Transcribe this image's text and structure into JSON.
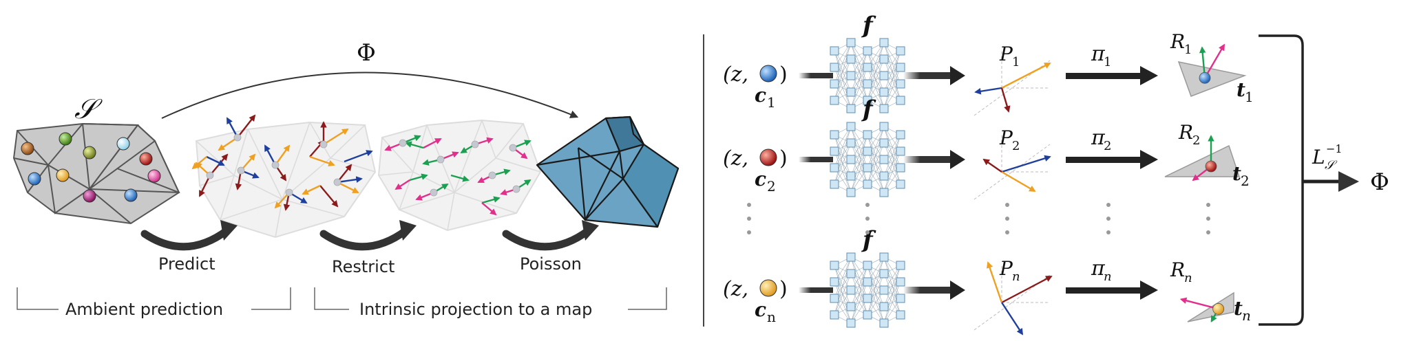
{
  "left_panel": {
    "set_symbol": "𝒮",
    "phi_symbol": "Φ",
    "step_predict": "Predict",
    "step_restrict": "Restrict",
    "step_poisson": "Poisson",
    "bracket_ambient": "Ambient prediction",
    "bracket_intrinsic": "Intrinsic projection to a map"
  },
  "right_panel": {
    "network_label": "f",
    "rows": [
      {
        "input_prefix": "(z,",
        "input_suffix": ")",
        "code": "c",
        "code_sub": "1",
        "P": "P",
        "P_sub": "1",
        "pi": "π",
        "pi_sub": "1",
        "R": "R",
        "R_sub": "1",
        "t": "t",
        "t_sub": "1",
        "sphere_color": "#2a7fd4"
      },
      {
        "input_prefix": "(z,",
        "input_suffix": ")",
        "code": "c",
        "code_sub": "2",
        "P": "P",
        "P_sub": "2",
        "pi": "π",
        "pi_sub": "2",
        "R": "R",
        "R_sub": "2",
        "t": "t",
        "t_sub": "2",
        "sphere_color": "#c42020"
      },
      {
        "input_prefix": "(z,",
        "input_suffix": ")",
        "code": "c",
        "code_sub": "n",
        "P": "P",
        "P_sub": "n",
        "pi": "π",
        "pi_sub": "n",
        "R": "R",
        "R_sub": "n",
        "t": "t",
        "t_sub": "n",
        "sphere_color": "#f2b13a"
      }
    ],
    "operator": "L",
    "operator_sub": "𝒮",
    "operator_sup": "−1",
    "output_symbol": "Φ"
  },
  "colors": {
    "mesh_gray": "#c8c8c8",
    "mesh_blue": "#6fa8c4",
    "arrow_dark": "#333333",
    "vec_red": "#8b1a1a",
    "vec_blue": "#1f3f9c",
    "vec_orange": "#f0a020",
    "vec_green": "#1aa050",
    "vec_pink": "#e0308c",
    "nn_node": "#cfe6f5"
  }
}
